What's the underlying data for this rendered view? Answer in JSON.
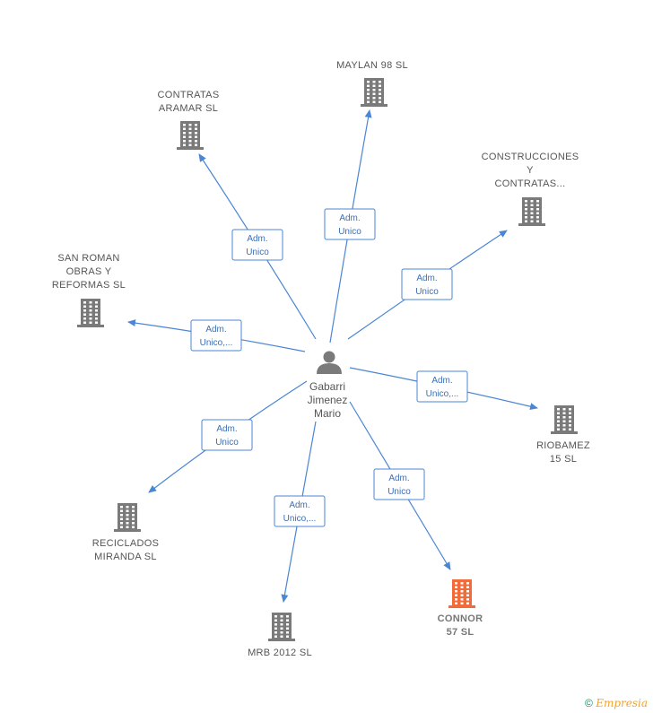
{
  "center": {
    "name_lines": [
      "Gabarri",
      "Jimenez",
      "Mario"
    ],
    "icon": "person-icon"
  },
  "companies": [
    {
      "id": "maylan",
      "name_lines": [
        "MAYLAN 98  SL"
      ],
      "icon": "building-icon",
      "highlight": false,
      "edge_label": [
        "Adm.",
        "Unico"
      ]
    },
    {
      "id": "contratas-aramar",
      "name_lines": [
        "CONTRATAS",
        "ARAMAR  SL"
      ],
      "icon": "building-icon",
      "highlight": false,
      "edge_label": [
        "Adm.",
        "Unico"
      ]
    },
    {
      "id": "construcciones",
      "name_lines": [
        "CONSTRUCCIONES",
        "Y",
        "CONTRATAS..."
      ],
      "icon": "building-icon",
      "highlight": false,
      "edge_label": [
        "Adm.",
        "Unico"
      ]
    },
    {
      "id": "san-roman",
      "name_lines": [
        "SAN ROMAN",
        "OBRAS Y",
        "REFORMAS  SL"
      ],
      "icon": "building-icon",
      "highlight": false,
      "edge_label": [
        "Adm.",
        "Unico,..."
      ]
    },
    {
      "id": "riobamez",
      "name_lines": [
        "RIOBAMEZ",
        "15  SL"
      ],
      "icon": "building-icon",
      "highlight": false,
      "edge_label": [
        "Adm.",
        "Unico,..."
      ]
    },
    {
      "id": "reciclados",
      "name_lines": [
        "RECICLADOS",
        "MIRANDA SL"
      ],
      "icon": "building-icon",
      "highlight": false,
      "edge_label": [
        "Adm.",
        "Unico"
      ]
    },
    {
      "id": "mrb",
      "name_lines": [
        "MRB 2012 SL"
      ],
      "icon": "building-icon",
      "highlight": false,
      "edge_label": [
        "Adm.",
        "Unico,..."
      ]
    },
    {
      "id": "connor",
      "name_lines": [
        "CONNOR",
        "57  SL"
      ],
      "icon": "building-icon",
      "highlight": true,
      "edge_label": [
        "Adm.",
        "Unico"
      ]
    }
  ],
  "colors": {
    "edge": "#4a86d4",
    "building": "#7a7a7a",
    "highlight": "#f26b3a",
    "person": "#7a7a7a"
  },
  "footer": {
    "copyright": "©",
    "brand": "Empresia"
  }
}
